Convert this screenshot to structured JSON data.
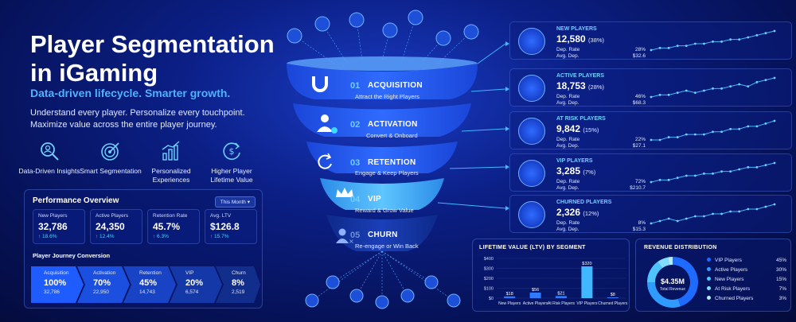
{
  "header": {
    "title": "Player Segmentation in iGaming",
    "tagline": "Data-driven lifecycle. Smarter growth.",
    "desc1": "Understand every player. Personalize every touchpoint.",
    "desc2": "Maximize value across the entire player journey."
  },
  "features": [
    {
      "label": "Data-Driven Insights",
      "icon": "magnifier-chart-icon"
    },
    {
      "label": "Smart Segmentation",
      "icon": "target-icon"
    },
    {
      "label": "Personalized Experiences",
      "icon": "bar-growth-icon"
    },
    {
      "label": "Higher Player Lifetime Value",
      "icon": "dollar-cycle-icon"
    }
  ],
  "performance": {
    "title": "Performance Overview",
    "period": "This Month",
    "metrics": [
      {
        "label": "New Players",
        "value": "32,786",
        "delta": "↑ 18.6%"
      },
      {
        "label": "Active Players",
        "value": "24,350",
        "delta": "↑ 12.4%"
      },
      {
        "label": "Retention Rate",
        "value": "45.7%",
        "delta": "↑ 6.3%"
      },
      {
        "label": "Avg. LTV",
        "value": "$126.8",
        "delta": "↑ 15.7%"
      }
    ],
    "conversion_title": "Player Journey Conversion",
    "conversion": [
      {
        "label": "Acquisition",
        "pct": "100%",
        "count": "32,786",
        "color": "#1f5cff"
      },
      {
        "label": "Activation",
        "pct": "70%",
        "count": "22,950",
        "color": "#1a4fe0"
      },
      {
        "label": "Retention",
        "pct": "45%",
        "count": "14,743",
        "color": "#1843c4"
      },
      {
        "label": "VIP",
        "pct": "20%",
        "count": "6,574",
        "color": "#1538a8"
      },
      {
        "label": "Churn",
        "pct": "8%",
        "count": "2,519",
        "color": "#122e8c"
      }
    ]
  },
  "funnel": [
    {
      "num": "01",
      "name": "ACQUISITION",
      "sub": "Attract the Right Players",
      "icon": "magnet-icon"
    },
    {
      "num": "02",
      "name": "ACTIVATION",
      "sub": "Convert & Onboard",
      "icon": "user-check-icon"
    },
    {
      "num": "03",
      "name": "RETENTION",
      "sub": "Engage & Keep Players",
      "icon": "refresh-icon"
    },
    {
      "num": "04",
      "name": "VIP",
      "sub": "Reward & Grow Value",
      "icon": "crown-icon"
    },
    {
      "num": "05",
      "name": "CHURN",
      "sub": "Re-engage or Win Back",
      "icon": "user-x-icon"
    }
  ],
  "segments": [
    {
      "name": "NEW PLAYERS",
      "value": "12,580",
      "pct": "(38%)",
      "dep_label": "Dep. Rate",
      "dep": "28%",
      "avg_label": "Avg. Dep.",
      "avg": "$32.6",
      "trend": [
        3,
        4,
        4,
        5,
        5,
        6,
        6,
        7,
        7,
        8,
        8,
        9,
        10,
        11,
        12
      ]
    },
    {
      "name": "ACTIVE PLAYERS",
      "value": "18,753",
      "pct": "(28%)",
      "dep_label": "Dep. Rate",
      "dep": "46%",
      "avg_label": "Avg. Dep.",
      "avg": "$68.3",
      "trend": [
        3,
        4,
        4,
        5,
        6,
        5,
        6,
        7,
        7,
        8,
        9,
        8,
        10,
        11,
        12
      ]
    },
    {
      "name": "AT RISK PLAYERS",
      "value": "9,842",
      "pct": "(15%)",
      "dep_label": "Dep. Rate",
      "dep": "22%",
      "avg_label": "Avg. Dep.",
      "avg": "$27.1",
      "trend": [
        3,
        3,
        4,
        4,
        5,
        5,
        5,
        6,
        6,
        7,
        7,
        8,
        8,
        9,
        10
      ]
    },
    {
      "name": "VIP PLAYERS",
      "value": "3,285",
      "pct": "(7%)",
      "dep_label": "Dep. Rate",
      "dep": "72%",
      "avg_label": "Avg. Dep.",
      "avg": "$210.7",
      "trend": [
        3,
        4,
        4,
        5,
        6,
        6,
        7,
        7,
        8,
        8,
        9,
        10,
        10,
        11,
        12
      ]
    },
    {
      "name": "CHURNED PLAYERS",
      "value": "2,326",
      "pct": "(12%)",
      "dep_label": "Dep. Rate",
      "dep": "8%",
      "avg_label": "Avg. Dep.",
      "avg": "$15.3",
      "trend": [
        3,
        4,
        5,
        4,
        5,
        6,
        6,
        7,
        7,
        8,
        8,
        9,
        9,
        10,
        11
      ]
    }
  ],
  "chart_data": [
    {
      "type": "bar",
      "title": "LIFETIME VALUE (LTV) BY SEGMENT",
      "categories": [
        "New Players",
        "Active Players",
        "At Risk Players",
        "VIP Players",
        "Churned Players"
      ],
      "values": [
        18,
        56,
        21,
        320,
        8
      ],
      "value_labels": [
        "$18",
        "$56",
        "$21",
        "$320",
        "$8"
      ],
      "y_ticks": [
        "$0",
        "$100",
        "$200",
        "$300",
        "$400"
      ],
      "ylim": [
        0,
        400
      ]
    },
    {
      "type": "pie",
      "title": "REVENUE DISTRIBUTION",
      "center_value": "$4.35M",
      "center_label": "Total Revenue",
      "labels": [
        "VIP Players",
        "Active Players",
        "New Players",
        "At Risk Players",
        "Churned Players"
      ],
      "values": [
        45,
        30,
        15,
        7,
        3
      ],
      "value_labels": [
        "45%",
        "30%",
        "15%",
        "7%",
        "3%"
      ],
      "colors": [
        "#1f6bff",
        "#2f9bff",
        "#4fc3ff",
        "#7fdcff",
        "#b3ecff"
      ]
    }
  ],
  "colors": {
    "accent": "#4fb2ff",
    "cyan": "#3fd7ff",
    "panel": "#0a1e82"
  }
}
